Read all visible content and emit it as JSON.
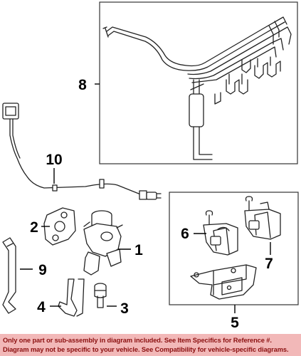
{
  "callouts": {
    "c1": "1",
    "c2": "2",
    "c3": "3",
    "c4": "4",
    "c5": "5",
    "c6": "6",
    "c7": "7",
    "c8": "8",
    "c9": "9",
    "c10": "10"
  },
  "disclaimer": {
    "line1": "Only one part or sub-assembly in diagram included. See Item Specifics for Reference #.",
    "line2": "Diagram may not be specific to your vehicle. See Compatibility for vehicle-specific diagrams."
  },
  "colors": {
    "banner_background": "#f2b8b8",
    "banner_text": "#8b1010",
    "line_art": "#222222"
  }
}
